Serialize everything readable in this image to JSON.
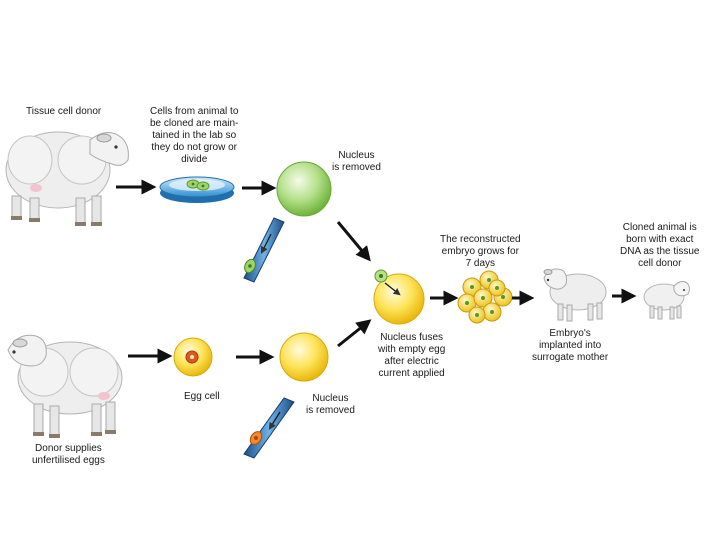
{
  "labels": {
    "tissue_donor": "Tissue cell donor",
    "cells_cultured": [
      "Cells from animal to",
      "be cloned are main-",
      "tained in the lab so",
      "they do not grow or",
      "divide"
    ],
    "nucleus_removed_top": [
      "Nucleus",
      "is removed"
    ],
    "embryo_grows": [
      "The reconstructed",
      "embryo grows for",
      "7 days"
    ],
    "cloned_animal": [
      "Cloned animal is",
      "born with exact",
      "DNA as the tissue",
      "cell donor"
    ],
    "nucleus_fuses": [
      "Nucleus fuses",
      "with empty egg",
      "after electric",
      "current applied"
    ],
    "embryo_implanted": [
      "Embryo's",
      "implanted into",
      "surrogate mother"
    ],
    "egg_cell": "Egg cell",
    "nucleus_removed_bottom": [
      "Nucleus",
      "is removed"
    ],
    "egg_donor": [
      "Donor supplies",
      "unfertilised eggs"
    ]
  },
  "colors": {
    "arrow": "#111111",
    "tissue_cell": "#7fc44a",
    "egg_cell": "#f7d51e",
    "nucleus_egg": "#e0571b",
    "petri_dish": "#3a9ad6",
    "pipette": "#2c6fae",
    "sheep_fleece": "#ededed"
  },
  "icons": [
    "tissue-donor-sheep-icon",
    "petri-dish-icon",
    "pipette-icon",
    "egg-donor-sheep-icon",
    "surrogate-sheep-icon",
    "cloned-lamb-icon"
  ]
}
